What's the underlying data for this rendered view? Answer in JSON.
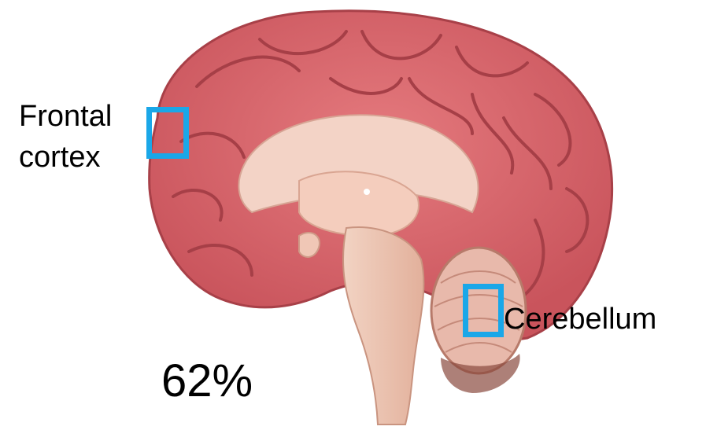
{
  "labels": {
    "frontal": "Frontal\ncortex",
    "cerebellum": "Cerebellum",
    "percent": "62%"
  },
  "colors": {
    "roi_border": "#1aa7e8",
    "cortex": "#d9646a",
    "cortex_dark": "#b84a52",
    "inner": "#f0c4b4",
    "background": "#ffffff"
  },
  "regions": [
    "frontal-cortex-roi",
    "cerebellum-roi"
  ]
}
